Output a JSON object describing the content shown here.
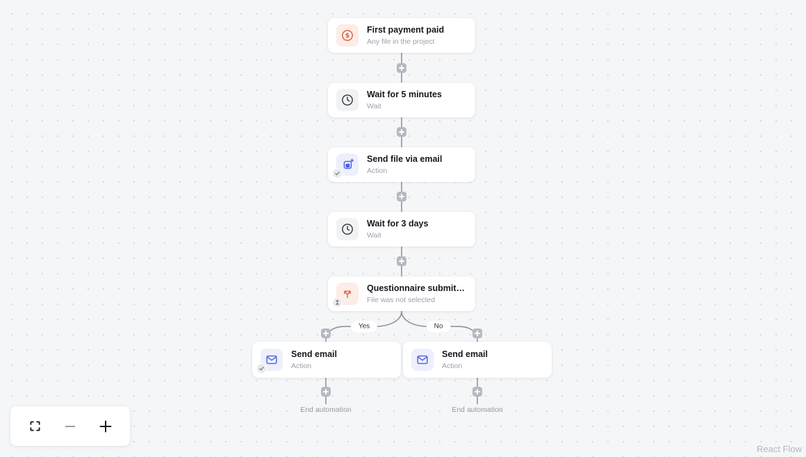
{
  "workflow": {
    "nodes": [
      {
        "title": "First payment paid",
        "subtitle": "Any file in the project",
        "icon": "dollar-circle-icon",
        "accent": "#E05A3C",
        "accent_bg": "#FCEDE7",
        "badge": ""
      },
      {
        "title": "Wait for 5 minutes",
        "subtitle": "Wait",
        "icon": "clock-icon",
        "accent": "#33363C",
        "accent_bg": "#F1F2F4",
        "badge": ""
      },
      {
        "title": "Send file via email",
        "subtitle": "Action",
        "icon": "copy-plus-icon",
        "accent": "#4C5FE2",
        "accent_bg": "#EDF0FC",
        "badge": "check"
      },
      {
        "title": "Wait for 3 days",
        "subtitle": "Wait",
        "icon": "clock-icon",
        "accent": "#33363C",
        "accent_bg": "#F1F2F4",
        "badge": ""
      },
      {
        "title": "Questionnaire submitted within...",
        "subtitle": "File was not selected",
        "icon": "split-branch-icon",
        "accent": "#E05A3C",
        "accent_bg": "#FCEDE7",
        "badge": "hourglass"
      },
      {
        "title": "Send email",
        "subtitle": "Action",
        "icon": "mail-icon",
        "accent": "#4C5FE2",
        "accent_bg": "#EDF0FC",
        "badge": "check"
      },
      {
        "title": "Send email",
        "subtitle": "Action",
        "icon": "mail-icon",
        "accent": "#4C5FE2",
        "accent_bg": "#EDF0FC",
        "badge": ""
      }
    ],
    "branch_labels": {
      "yes": "Yes",
      "no": "No"
    },
    "end_labels": {
      "left": "End automation",
      "right": "End automation"
    }
  },
  "attribution": "React Flow",
  "colors": {
    "canvas_bg": "#F5F6F8",
    "dot": "#D4D6DB",
    "edge": "#8A8D95",
    "node_bg": "#FFFFFF",
    "title": "#17181C",
    "subtitle": "#9BA0AB",
    "plus_button": "#B6B9C1"
  }
}
